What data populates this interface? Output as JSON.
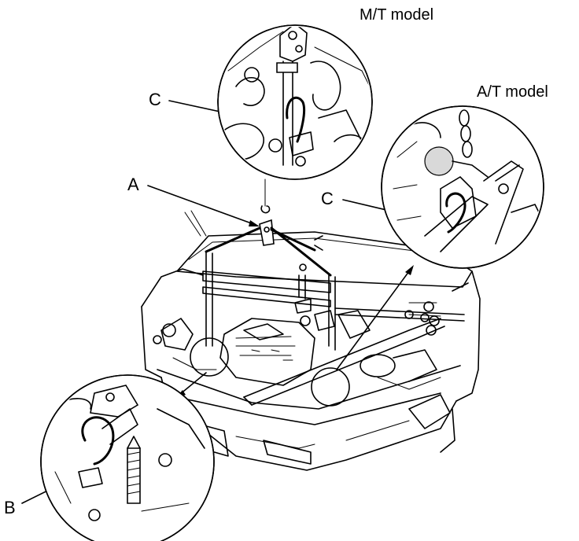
{
  "labels": {
    "mt_model": "M/T model",
    "at_model": "A/T model",
    "a": "A",
    "b": "B",
    "c_mt": "C",
    "c_at": "C"
  },
  "icons": [
    "engine-hoist-diagram",
    "hook-detail-icon",
    "chain-icon"
  ]
}
